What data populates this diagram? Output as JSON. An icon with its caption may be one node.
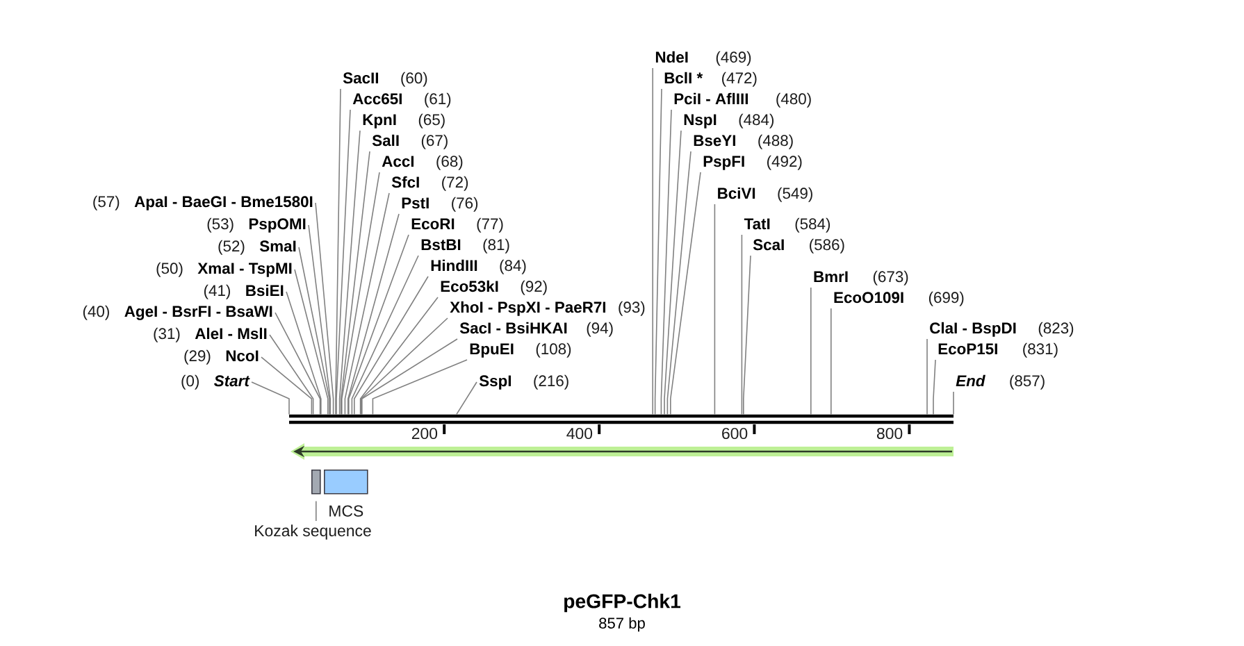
{
  "diagram": {
    "title": "peGFP-Chk1",
    "caption": "857 bp",
    "nodes": [
      {
        "text": [
          "Start"
        ],
        "beside": [
          "(0)"
        ]
      },
      {
        "text": [
          "NcoI"
        ],
        "beside": [
          "(29)"
        ]
      },
      {
        "text": [
          "AleI - MslI"
        ],
        "beside": [
          "(31)"
        ]
      },
      {
        "text": [
          "AgeI - BsrFI - BsaWI"
        ],
        "beside": [
          "(40)"
        ]
      },
      {
        "text": [
          "BsiEI"
        ],
        "beside": [
          "(41)"
        ]
      },
      {
        "text": [
          "XmaI - TspMI"
        ],
        "beside": [
          "(50)"
        ]
      },
      {
        "text": [
          "SmaI"
        ],
        "beside": [
          "(52)"
        ]
      },
      {
        "text": [
          "PspOMI"
        ],
        "beside": [
          "(53)"
        ]
      },
      {
        "text": [
          "ApaI - BaeGI - Bme1580I"
        ],
        "beside": [
          "(57)"
        ]
      },
      {
        "text": [
          "SacII"
        ],
        "beside": [
          "(60)"
        ]
      },
      {
        "text": [
          "Acc65I"
        ],
        "beside": [
          "(61)"
        ]
      },
      {
        "text": [
          "KpnI"
        ],
        "beside": [
          "(65)"
        ]
      },
      {
        "text": [
          "SalI"
        ],
        "beside": [
          "(67)"
        ]
      },
      {
        "text": [
          "AccI"
        ],
        "beside": [
          "(68)"
        ]
      },
      {
        "text": [
          "SfcI"
        ],
        "beside": [
          "(72)"
        ]
      },
      {
        "text": [
          "PstI"
        ],
        "beside": [
          "(76)"
        ]
      },
      {
        "text": [
          "EcoRI"
        ],
        "beside": [
          "(77)"
        ]
      },
      {
        "text": [
          "BstBI"
        ],
        "beside": [
          "(81)"
        ]
      },
      {
        "text": [
          "HindIII"
        ],
        "beside": [
          "(84)"
        ]
      },
      {
        "text": [
          "Eco53kI"
        ],
        "beside": [
          "(92)"
        ]
      },
      {
        "text": [
          "XhoI - PspXI - PaeR7I"
        ],
        "beside": [
          "(93)"
        ]
      },
      {
        "text": [
          "SacI - BsiHKAI"
        ],
        "beside": [
          "(94)"
        ]
      },
      {
        "text": [
          "BpuEI"
        ],
        "beside": [
          "(108)"
        ]
      },
      {
        "text": [
          "SspI"
        ],
        "beside": [
          "(216)"
        ]
      },
      {
        "text": [
          "NdeI"
        ],
        "beside": [
          "(469)"
        ]
      },
      {
        "text": [
          "BclI *"
        ],
        "beside": [
          "(472)"
        ]
      },
      {
        "text": [
          "PciI - AflIII"
        ],
        "beside": [
          "(480)"
        ]
      },
      {
        "text": [
          "NspI"
        ],
        "beside": [
          "(484)"
        ]
      },
      {
        "text": [
          "BseYI"
        ],
        "beside": [
          "(488)"
        ]
      },
      {
        "text": [
          "PspFI"
        ],
        "beside": [
          "(492)"
        ]
      },
      {
        "text": [
          "BciVI"
        ],
        "beside": [
          "(549)"
        ]
      },
      {
        "text": [
          "TatI"
        ],
        "beside": [
          "(584)"
        ]
      },
      {
        "text": [
          "ScaI"
        ],
        "beside": [
          "(586)"
        ]
      },
      {
        "text": [
          "BmrI"
        ],
        "beside": [
          "(673)"
        ]
      },
      {
        "text": [
          "EcoO109I"
        ],
        "beside": [
          "(699)"
        ]
      },
      {
        "text": [
          "ClaI - BspDI"
        ],
        "beside": [
          "(823)"
        ]
      },
      {
        "text": [
          "EcoP15I"
        ],
        "beside": [
          "(831)"
        ]
      },
      {
        "text": [
          "End"
        ],
        "beside": [
          "(857)"
        ]
      },
      {
        "text": [],
        "shape": "box"
      },
      {
        "text": [],
        "shape": "box",
        "beside": [
          "MCS"
        ]
      },
      {
        "text": [
          "Kozak sequence"
        ]
      }
    ],
    "edges": [
      {
        "from": 0,
        "to": null,
        "arrow": "none"
      },
      {
        "from": 1,
        "to": null,
        "arrow": "none"
      },
      {
        "from": 2,
        "to": null,
        "arrow": "none"
      },
      {
        "from": 3,
        "to": null,
        "arrow": "none"
      },
      {
        "from": 4,
        "to": null,
        "arrow": "none"
      },
      {
        "from": 5,
        "to": null,
        "arrow": "none"
      },
      {
        "from": 6,
        "to": null,
        "arrow": "none"
      },
      {
        "from": 7,
        "to": null,
        "arrow": "none"
      },
      {
        "from": 8,
        "to": null,
        "arrow": "none"
      },
      {
        "from": 9,
        "to": null,
        "arrow": "none"
      },
      {
        "from": 10,
        "to": null,
        "arrow": "none"
      },
      {
        "from": 11,
        "to": null,
        "arrow": "none"
      },
      {
        "from": 12,
        "to": null,
        "arrow": "none"
      },
      {
        "from": 13,
        "to": null,
        "arrow": "none"
      },
      {
        "from": 14,
        "to": null,
        "arrow": "none"
      },
      {
        "from": 15,
        "to": null,
        "arrow": "none"
      },
      {
        "from": 16,
        "to": null,
        "arrow": "none"
      },
      {
        "from": 17,
        "to": null,
        "arrow": "none"
      },
      {
        "from": 18,
        "to": null,
        "arrow": "none"
      },
      {
        "from": 19,
        "to": null,
        "arrow": "none"
      },
      {
        "from": 20,
        "to": null,
        "arrow": "none"
      },
      {
        "from": 21,
        "to": null,
        "arrow": "none"
      },
      {
        "from": 22,
        "to": null,
        "arrow": "none"
      },
      {
        "from": 23,
        "to": null,
        "arrow": "none"
      },
      {
        "from": 24,
        "to": null,
        "arrow": "none"
      },
      {
        "from": 25,
        "to": null,
        "arrow": "none"
      },
      {
        "from": 26,
        "to": null,
        "arrow": "none"
      },
      {
        "from": 27,
        "to": null,
        "arrow": "none"
      },
      {
        "from": 28,
        "to": null,
        "arrow": "none"
      },
      {
        "from": 29,
        "to": null,
        "arrow": "none"
      },
      {
        "from": 30,
        "to": null,
        "arrow": "none"
      },
      {
        "from": 31,
        "to": null,
        "arrow": "none"
      },
      {
        "from": 32,
        "to": null,
        "arrow": "none"
      },
      {
        "from": 33,
        "to": null,
        "arrow": "none"
      },
      {
        "from": 34,
        "to": null,
        "arrow": "none"
      },
      {
        "from": 35,
        "to": null,
        "arrow": "none"
      },
      {
        "from": 36,
        "to": null,
        "arrow": "none"
      },
      {
        "from": 37,
        "to": null,
        "arrow": "none"
      },
      {
        "from": 40,
        "to": 38,
        "arrow": "none"
      }
    ],
    "labels": [
      "200",
      "400",
      "600",
      "800"
    ]
  }
}
